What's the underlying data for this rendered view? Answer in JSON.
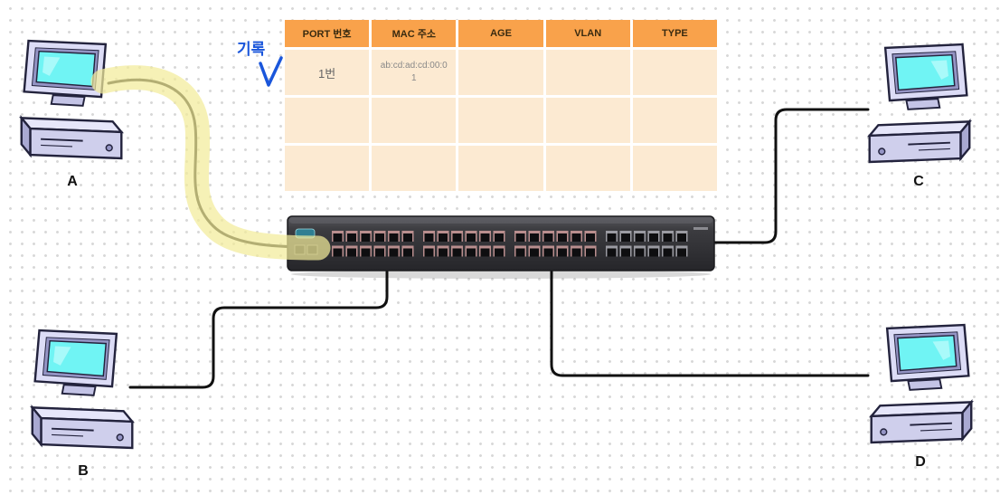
{
  "diagram": {
    "annotation": {
      "label": "기록"
    },
    "table": {
      "headers": [
        "PORT 번호",
        "MAC 주소",
        "AGE",
        "VLAN",
        "TYPE"
      ],
      "rows": [
        [
          "1번",
          "ab:cd:ad:cd:00:01",
          "",
          "",
          ""
        ],
        [
          "",
          "",
          "",
          "",
          ""
        ],
        [
          "",
          "",
          "",
          "",
          ""
        ]
      ]
    },
    "nodes": {
      "a": "A",
      "b": "B",
      "c": "C",
      "d": "D"
    },
    "colors": {
      "table_header_bg": "#F9A24B",
      "table_cell_bg": "#FCEAD2",
      "highlight_yellow": "#F2EB9A",
      "annotation_blue": "#1A56DB",
      "cable_black": "#111111",
      "screen_cyan": "#70F4F4",
      "switch_body": "#3C3C40"
    }
  }
}
